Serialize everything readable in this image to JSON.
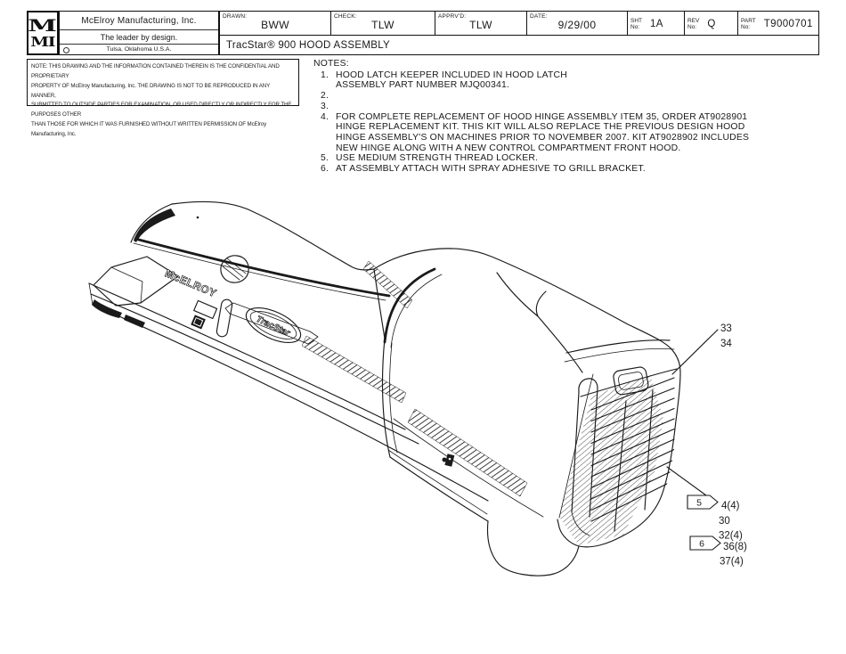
{
  "header": {
    "logo": {
      "line1": "M",
      "line2": "MI"
    },
    "company": {
      "name": "McElroy Manufacturing, Inc.",
      "tagline": "The leader by design.",
      "location": "Tulsa, Oklahoma U.S.A."
    },
    "fields": [
      {
        "label": "DRAWN:",
        "value": "BWW"
      },
      {
        "label": "CHECK:",
        "value": "TLW"
      },
      {
        "label": "APPRV'D:",
        "value": "TLW"
      },
      {
        "label": "DATE:",
        "value": "9/29/00"
      },
      {
        "label": "SHT",
        "label2": "No:",
        "value": "1A"
      },
      {
        "label": "REV",
        "label2": "No:",
        "value": "Q"
      },
      {
        "label": "PART",
        "label2": "No:",
        "value": "T9000701"
      }
    ],
    "drawing_title": "TracStar® 900 HOOD ASSEMBLY",
    "confidentiality": "NOTE: THIS DRAWING AND THE INFORMATION CONTAINED THEREIN IS THE CONFIDENTIAL AND PROPRIETARY\nPROPERTY OF McElroy Manufacturing, Inc. THE DRAWING IS NOT TO BE REPRODUCED IN ANY MANNER,\nSUBMITTED TO OUTSIDE PARTIES FOR EXAMINATION, OR USED DIRECTLY OR INDIRECTLY FOR THE PURPOSES OTHER\nTHAN THOSE FOR WHICH IT WAS FURNISHED WITHOUT WRITTEN PERMISSION OF McElroy Manufacturing, Inc."
  },
  "notes": {
    "heading": "NOTES:",
    "items": [
      {
        "num": "1.",
        "text": "HOOD LATCH KEEPER INCLUDED IN HOOD LATCH\nASSEMBLY PART NUMBER MJQ00341."
      },
      {
        "num": "2.",
        "text": ""
      },
      {
        "num": "3.",
        "text": ""
      },
      {
        "num": "4.",
        "text": "FOR COMPLETE REPLACEMENT OF HOOD HINGE ASSEMBLY ITEM 35, ORDER AT9028901\nHINGE REPLACEMENT KIT.  THIS KIT WILL ALSO REPLACE THE PREVIOUS DESIGN HOOD\nHINGE ASSEMBLY'S ON MACHINES PRIOR TO NOVEMBER 2007.  KIT AT9028902 INCLUDES\nNEW HINGE ALONG WITH A NEW CONTROL COMPARTMENT FRONT HOOD."
      },
      {
        "num": "5.",
        "text": "USE MEDIUM STRENGTH THREAD LOCKER."
      },
      {
        "num": "6.",
        "text": "AT ASSEMBLY ATTACH WITH SPRAY ADHESIVE TO GRILL BRACKET."
      }
    ]
  },
  "drawing": {
    "labels": {
      "mcelroy": "McELROY",
      "tracstar": "TracStar"
    },
    "callouts": {
      "c33": "33",
      "c34": "34",
      "flag5": "5",
      "c4": "4(4)",
      "c30": "30",
      "c32": "32(4)",
      "flag6": "6",
      "c36": "36(8)",
      "c37": "37(4)"
    },
    "colors": {
      "ink": "#1a1a1a",
      "paper": "#ffffff"
    }
  }
}
